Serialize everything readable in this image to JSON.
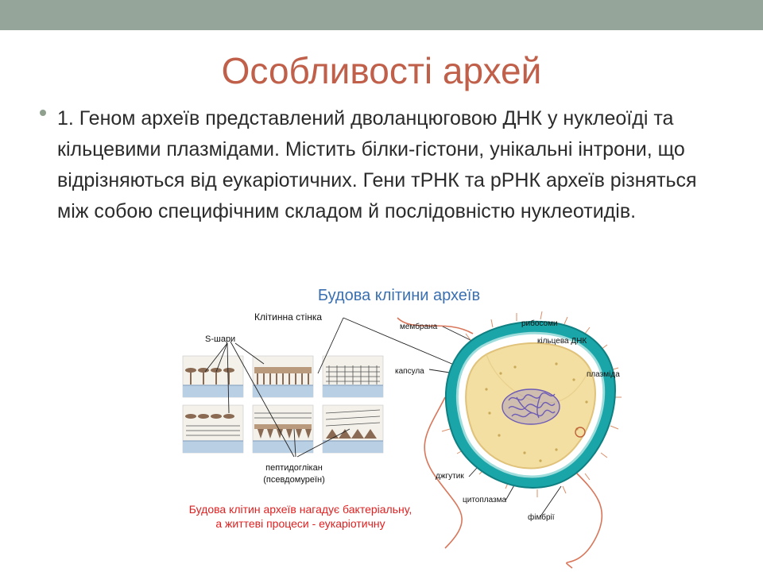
{
  "slide": {
    "title": "Особливості архей",
    "bullet": "1. Геном археїв представлений дволанцюговою ДНК у нуклеоїді та кільцевими плазмідами. Містить білки-гістони, унікальні інтрони, що відрізняються від еукаріотичних. Гени тРНК та рРНК археїв різняться між собою специфічним складом й послідовністю нуклеотидів."
  },
  "figure": {
    "heading": "Будова клітини археїв",
    "labels": {
      "wall": "Клітинна стінка",
      "s_layers": "S-шари",
      "membrane": "мембрана",
      "ribosomes": "рибосоми",
      "ring_dna": "кільцева ДНК",
      "capsule": "капсула",
      "plasmid": "плазміда",
      "flagellum": "джгутик",
      "cytoplasm": "цитоплазма",
      "fimbriae": "фімбрії",
      "peptidoglycan_1": "пептидоглікан",
      "peptidoglycan_2": "(псевдомуреїн)"
    },
    "caption_1": "Будова клітин археїв нагадує бактеріальну,",
    "caption_2": "а життеві процеси - еукаріотичну"
  },
  "colors": {
    "title": "#c0604a",
    "topbar": "#96a59a",
    "figure_heading": "#3a6fb0",
    "caption": "#e02020",
    "capsule": "#1aa6a8",
    "cytoplasm": "#f3dfa2",
    "dna": "#6d5bb5"
  }
}
